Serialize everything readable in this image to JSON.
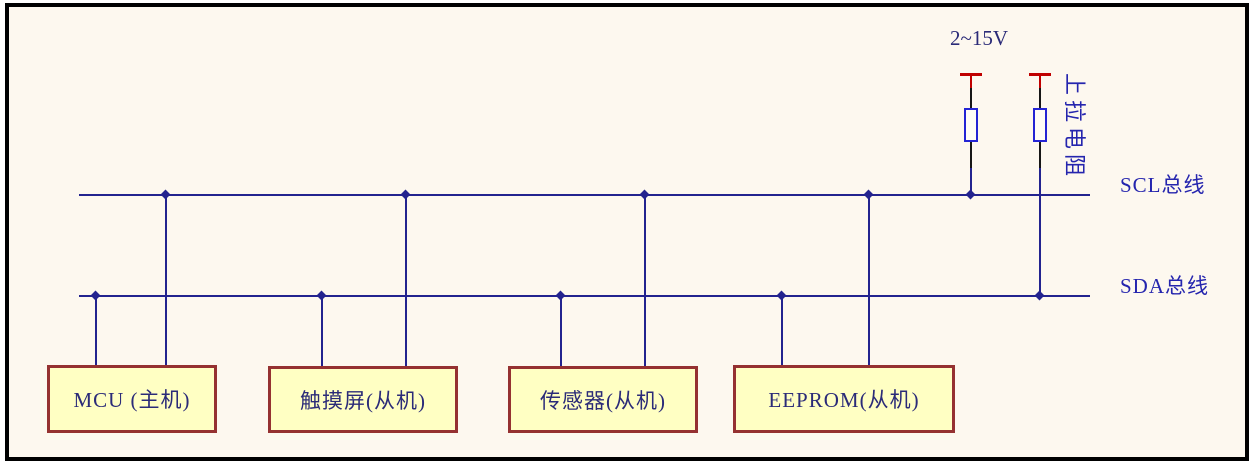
{
  "diagram": {
    "voltage_label": "2~15V",
    "pullup_label": "上拉电阻",
    "scl_label": "SCL总线",
    "sda_label": "SDA总线",
    "devices": [
      {
        "label": "MCU (主机)"
      },
      {
        "label": "触摸屏(从机)"
      },
      {
        "label": "传感器(从机)"
      },
      {
        "label": "EEPROM(从机)"
      }
    ]
  },
  "colors": {
    "background": "#fdf8ef",
    "frame_border": "#000000",
    "wire_blue": "#23238f",
    "label_blue": "#2525ae",
    "resistor_outline": "#2424d4",
    "power_red": "#c00000",
    "lead_black": "#161616",
    "box_fill": "#ffffc3",
    "box_border": "#953131",
    "box_text": "#2b2b78"
  }
}
